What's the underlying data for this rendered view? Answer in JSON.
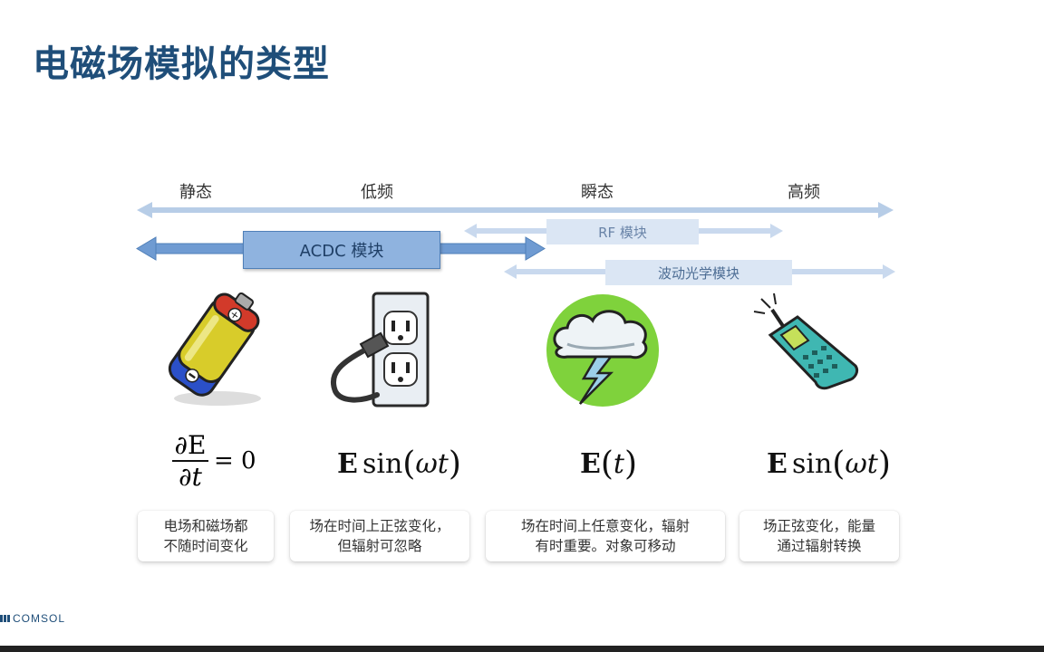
{
  "title": "电磁场模拟的类型",
  "ranges": {
    "static": "静态",
    "low_freq": "低频",
    "transient": "瞬态",
    "high_freq": "高频"
  },
  "modules": {
    "acdc": "ACDC 模块",
    "rf": "RF 模块",
    "wave_optics": "波动光学模块"
  },
  "equations": {
    "static": {
      "num": "∂E",
      "den": "∂t",
      "rhs": "= 0"
    },
    "low_freq": {
      "E": "E",
      "fn": "sin",
      "arg": "ωt"
    },
    "transient": {
      "E": "E",
      "arg": "t"
    },
    "high_freq": {
      "E": "E",
      "fn": "sin",
      "arg": "ωt"
    }
  },
  "descriptions": {
    "static": [
      "电场和磁场都",
      "不随时间变化"
    ],
    "low_freq": [
      "场在时间上正弦变化，",
      "但辐射可忽略"
    ],
    "transient": [
      "场在时间上任意变化，辐射",
      "有时重要。对象可移动"
    ],
    "high_freq": [
      "场正弦变化，能量",
      "通过辐射转换"
    ]
  },
  "icons": [
    "battery-icon",
    "power-outlet-icon",
    "storm-cloud-icon",
    "mobile-phone-icon"
  ],
  "colors": {
    "title": "#1f4e79",
    "accent": "#8fb3df",
    "light_arrow": "#bcd0ea"
  },
  "logo": "COMSOL"
}
